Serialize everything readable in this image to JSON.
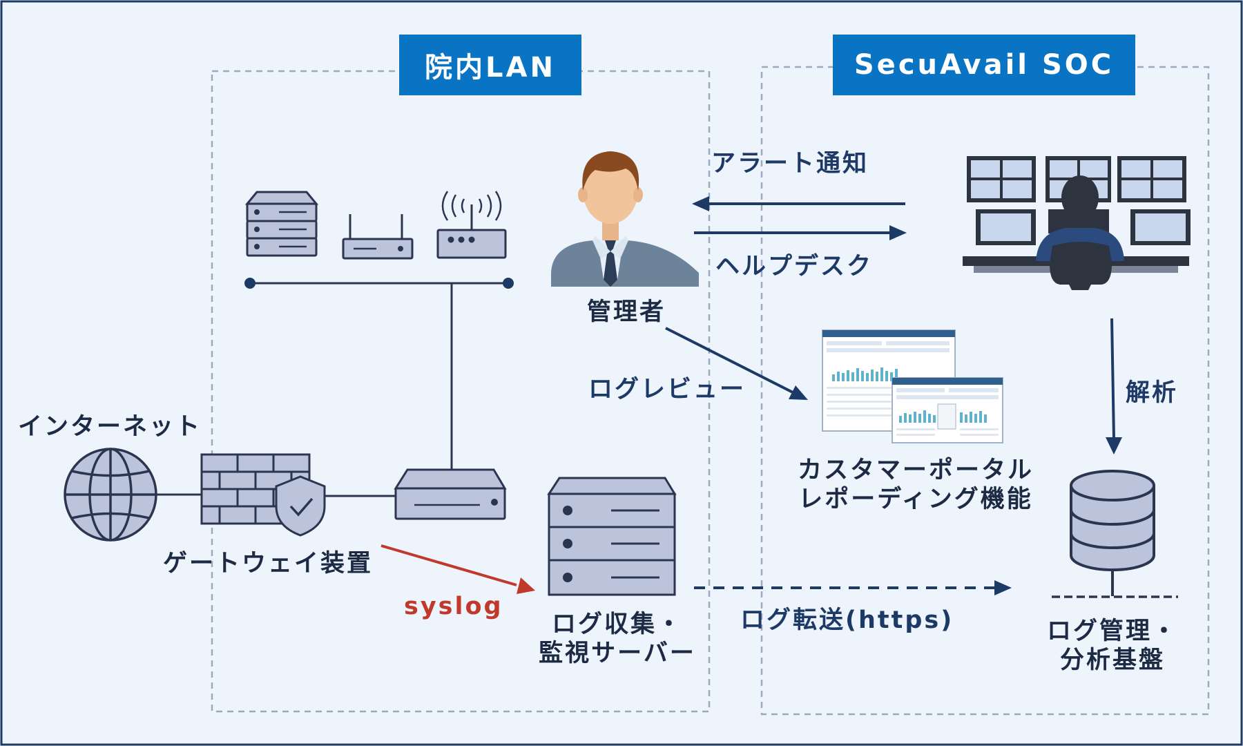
{
  "colors": {
    "background": "#eef4fc",
    "frame_border": "#1d3a66",
    "zone_tag": "#0a74c4",
    "zone_border": "#9aa9c0",
    "arrow_navy": "#1d3a66",
    "arrow_red": "#c0392b",
    "icon_fill": "#bcc4dc",
    "icon_stroke": "#2c3550"
  },
  "zones": {
    "lan_title": "院内LAN",
    "soc_title": "SecuAvail SOC"
  },
  "nodes": {
    "internet": {
      "label": "インターネット",
      "icon": "globe-icon"
    },
    "gateway": {
      "label": "ゲートウェイ装置",
      "icon": "firewall-shield-icon"
    },
    "admin": {
      "label": "管理者",
      "icon": "businessman-icon"
    },
    "log_server": {
      "label_line1": "ログ収集・",
      "label_line2": "監視サーバー",
      "icon": "server-rack-icon"
    },
    "portal": {
      "label_line1": "カスタマーポータル",
      "label_line2": "レポーディング機能",
      "icon": "report-screens-icon"
    },
    "log_platform": {
      "label_line1": "ログ管理・",
      "label_line2": "分析基盤",
      "icon": "database-icon"
    },
    "soc_operator": {
      "icon": "operator-monitors-icon"
    },
    "lan_devices": {
      "icons": [
        "server-icon",
        "router-icon",
        "wireless-access-point-icon",
        "network-switch-icon"
      ]
    }
  },
  "edges": {
    "alert": "アラート通知",
    "helpdesk": "ヘルプデスク",
    "log_review": "ログレビュー",
    "syslog": "syslog",
    "log_transfer": "ログ転送(https)",
    "analysis": "解析"
  }
}
